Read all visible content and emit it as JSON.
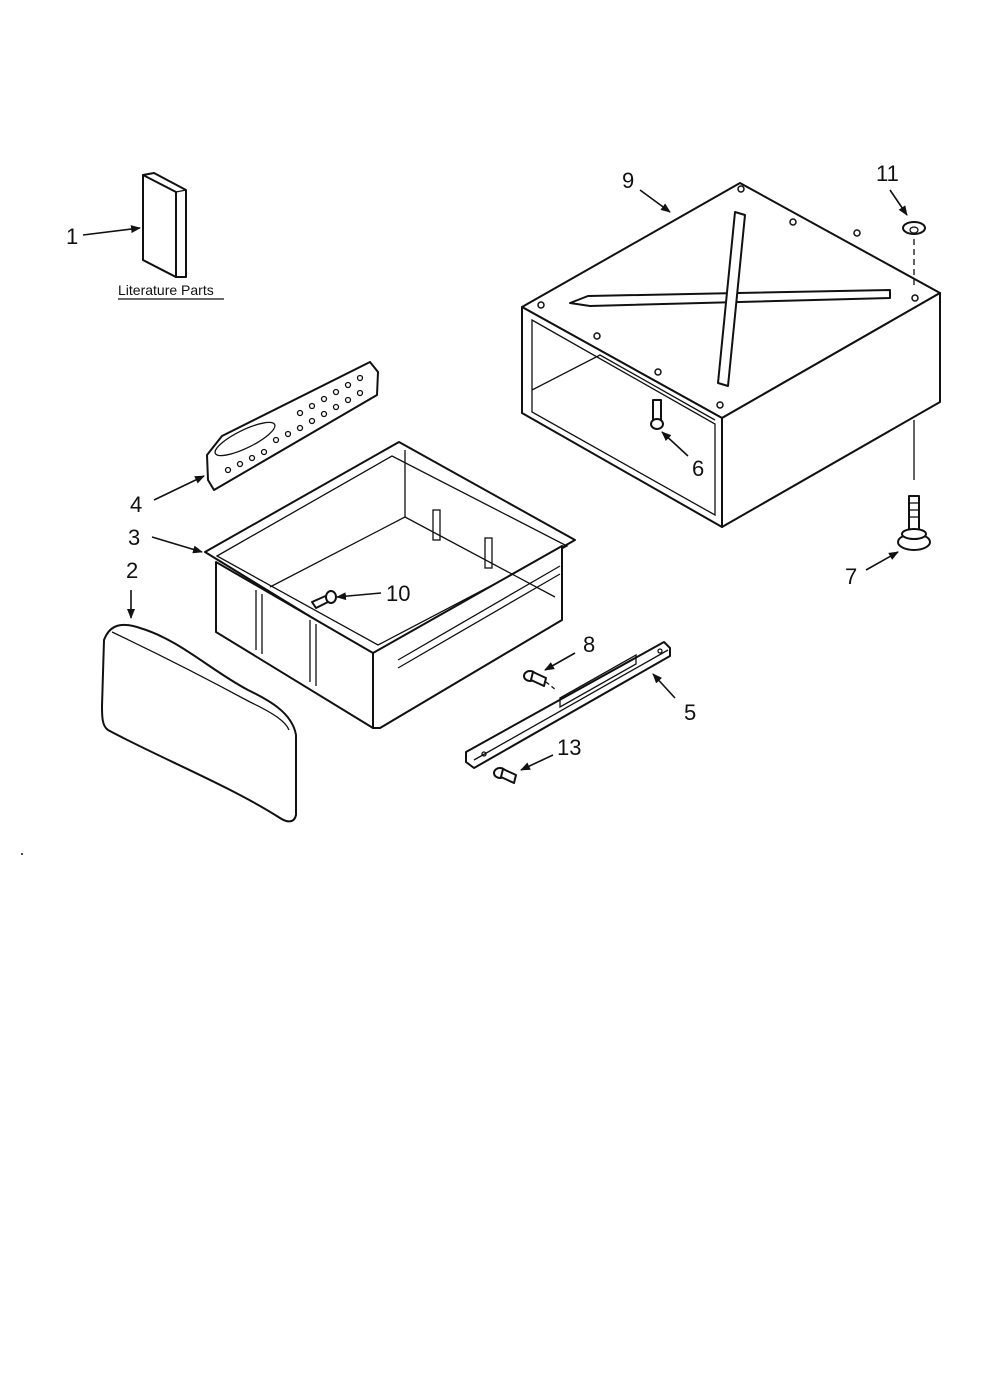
{
  "callouts": [
    {
      "id": "1",
      "text": "1"
    },
    {
      "id": "2",
      "text": "2"
    },
    {
      "id": "3",
      "text": "3"
    },
    {
      "id": "4",
      "text": "4"
    },
    {
      "id": "5",
      "text": "5"
    },
    {
      "id": "6",
      "text": "6"
    },
    {
      "id": "7",
      "text": "7"
    },
    {
      "id": "8",
      "text": "8"
    },
    {
      "id": "9",
      "text": "9"
    },
    {
      "id": "10",
      "text": "10"
    },
    {
      "id": "11",
      "text": "11"
    },
    {
      "id": "13",
      "text": "13"
    }
  ],
  "literature_label": "Literature Parts"
}
